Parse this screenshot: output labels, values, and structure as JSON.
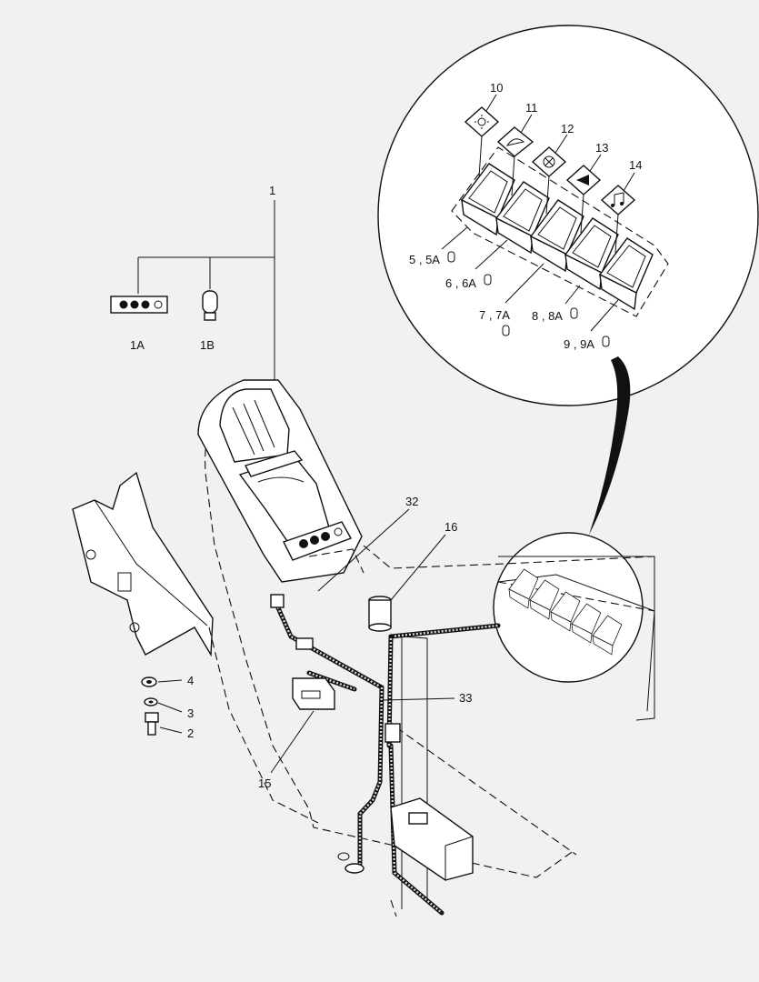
{
  "callouts": [
    {
      "id": "c1",
      "text": "1"
    },
    {
      "id": "c1a",
      "text": "1A"
    },
    {
      "id": "c1b",
      "text": "1B"
    },
    {
      "id": "c2",
      "text": "2"
    },
    {
      "id": "c3",
      "text": "3"
    },
    {
      "id": "c4",
      "text": "4"
    },
    {
      "id": "c5",
      "text": "5 , 5A"
    },
    {
      "id": "c6",
      "text": "6 , 6A"
    },
    {
      "id": "c7",
      "text": "7 , 7A"
    },
    {
      "id": "c8",
      "text": "8 , 8A"
    },
    {
      "id": "c9",
      "text": "9 , 9A"
    },
    {
      "id": "c10",
      "text": "10"
    },
    {
      "id": "c11",
      "text": "11"
    },
    {
      "id": "c12",
      "text": "12"
    },
    {
      "id": "c13",
      "text": "13"
    },
    {
      "id": "c14",
      "text": "14"
    },
    {
      "id": "c15",
      "text": "15"
    },
    {
      "id": "c16",
      "text": "16"
    },
    {
      "id": "c32",
      "text": "32"
    },
    {
      "id": "c33",
      "text": "33"
    }
  ],
  "switch_symbols": [
    "sun-light-icon",
    "wiper-icon",
    "fan-icon",
    "horn-icon",
    "music-icon"
  ],
  "colors": {
    "background": "#f1f1f1",
    "ink": "#111111"
  }
}
